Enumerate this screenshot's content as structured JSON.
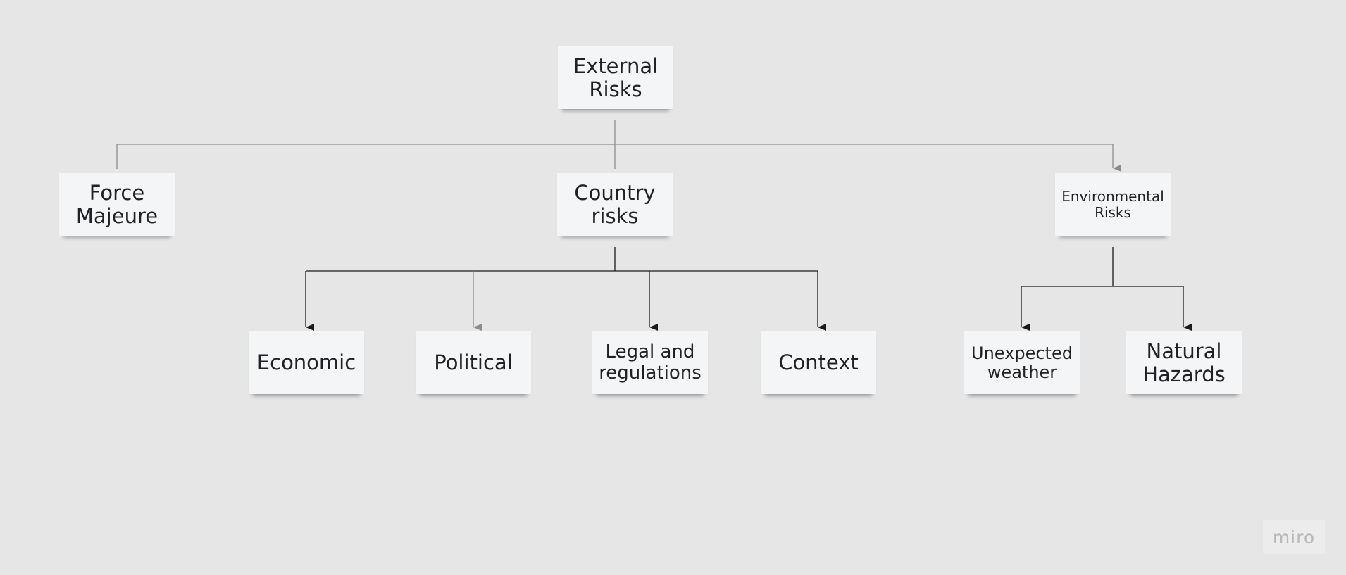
{
  "nodes": {
    "external_risks": "External\nRisks",
    "force_majeure": "Force\nMajeure",
    "country_risks": "Country\nrisks",
    "environmental_risks": "Environmental\nRisks",
    "economic": "Economic",
    "political": "Political",
    "legal_regulations": "Legal and\nregulations",
    "context": "Context",
    "unexpected_weather": "Unexpected\nweather",
    "natural_hazards": "Natural\nHazards"
  },
  "colors": {
    "background": "#e6e6e6",
    "note": "#f4f5f7",
    "connector_grey": "#8c8c8c",
    "connector_black": "#1a1a1a"
  },
  "brand": {
    "watermark": "miro"
  }
}
